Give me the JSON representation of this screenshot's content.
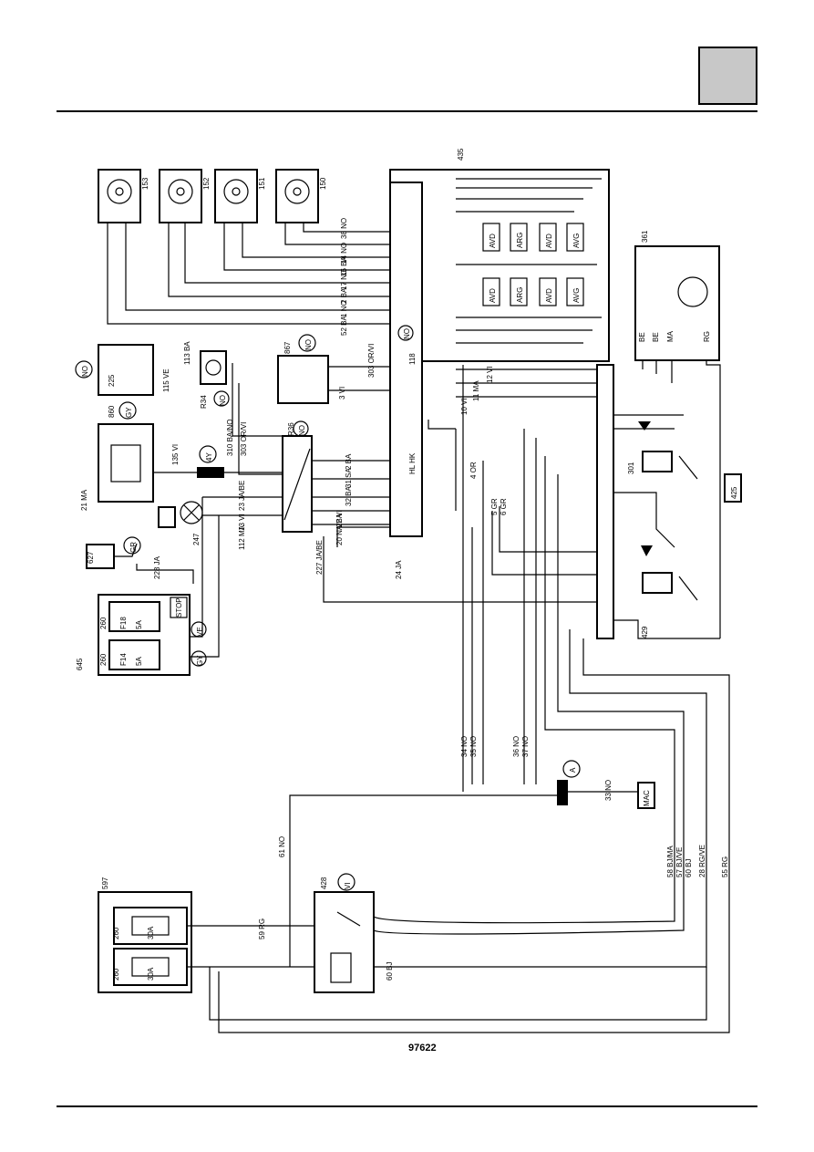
{
  "header": {
    "tab_color": "#c8c8c8"
  },
  "diagram": {
    "figure_number": "97622",
    "components": [
      "153",
      "152",
      "151",
      "150",
      "435",
      "225",
      "867",
      "118",
      "R34",
      "R36",
      "860",
      "247",
      "627",
      "645",
      "260",
      "597",
      "429",
      "428",
      "301",
      "361"
    ],
    "circled_labels": [
      "NO",
      "NO",
      "NO",
      "GY",
      "NO",
      "NO",
      "4Y",
      "GR",
      "VE",
      "GY",
      "VI",
      "A"
    ],
    "wire_labels": [
      "38 NO",
      "52 BA",
      "1 NO",
      "2 BA",
      "17 NO",
      "16 BA",
      "14 NO",
      "115 VE",
      "113 BA",
      "135 VI",
      "310 BA/NO",
      "303 OR/VI",
      "3 VI",
      "2 BA",
      "31 SA",
      "32 BA",
      "22 VI",
      "20 NA/BA",
      "23 JA/BE",
      "13 VI",
      "112 MA",
      "246 JA",
      "228 JA",
      "227 JA/BE",
      "24 JA",
      "21 MA",
      "4 OR",
      "5 GR",
      "6 GR",
      "10 VI",
      "11 MA",
      "12 VI",
      "BE",
      "BE",
      "MA",
      "RG",
      "34 NO",
      "35 NO",
      "36 NO",
      "37 NO",
      "33 NO",
      "61 NO",
      "59 RG",
      "60 BJ",
      "58 BJ/MA",
      "57 BJ/VE",
      "60 BJ",
      "28 RG/VE",
      "55 RG"
    ],
    "relay_labels": [
      "AVD",
      "ARG",
      "AVD",
      "AVG",
      "AVD",
      "ARG",
      "AVD",
      "AVG"
    ],
    "fuse_labels": [
      "F18",
      "5A",
      "F14",
      "5A",
      "30A",
      "30A"
    ],
    "misc_labels": [
      "STOP",
      "MAC",
      "HL HK",
      "HL HK"
    ]
  }
}
